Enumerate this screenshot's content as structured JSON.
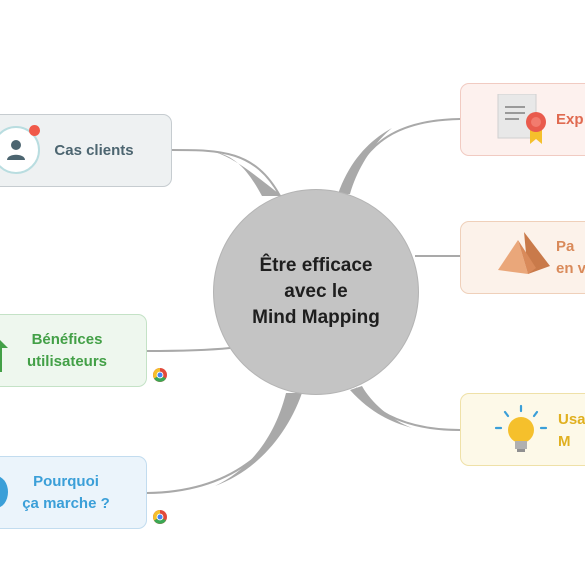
{
  "center": {
    "title": "Être efficace\navec le\nMind Mapping"
  },
  "branches": {
    "cas_clients": {
      "label": "Cas clients"
    },
    "benefices": {
      "label": "Bénéfices\nutilisateurs"
    },
    "pourquoi": {
      "label": "Pourquoi\nça marche ?"
    },
    "expertise": {
      "label": "Exp"
    },
    "parcours": {
      "label": "Pa\nen v"
    },
    "usages": {
      "label": "Usa\nM"
    }
  },
  "colors": {
    "center_fill": "#c4c4c4",
    "link": "#a9a9a9",
    "cas_clients_text": "#4c6570",
    "benefices_text": "#43a047",
    "pourquoi_text": "#3b9fd8",
    "expertise_text": "#e06a50",
    "parcours_text": "#d98a5a",
    "usages_text": "#e0b020"
  },
  "icons": [
    "user-icon",
    "notification-dot-icon",
    "arrow-up-icon",
    "circle-icon",
    "certificate-icon",
    "pyramid-icon",
    "lightbulb-icon",
    "chrome-icon"
  ]
}
